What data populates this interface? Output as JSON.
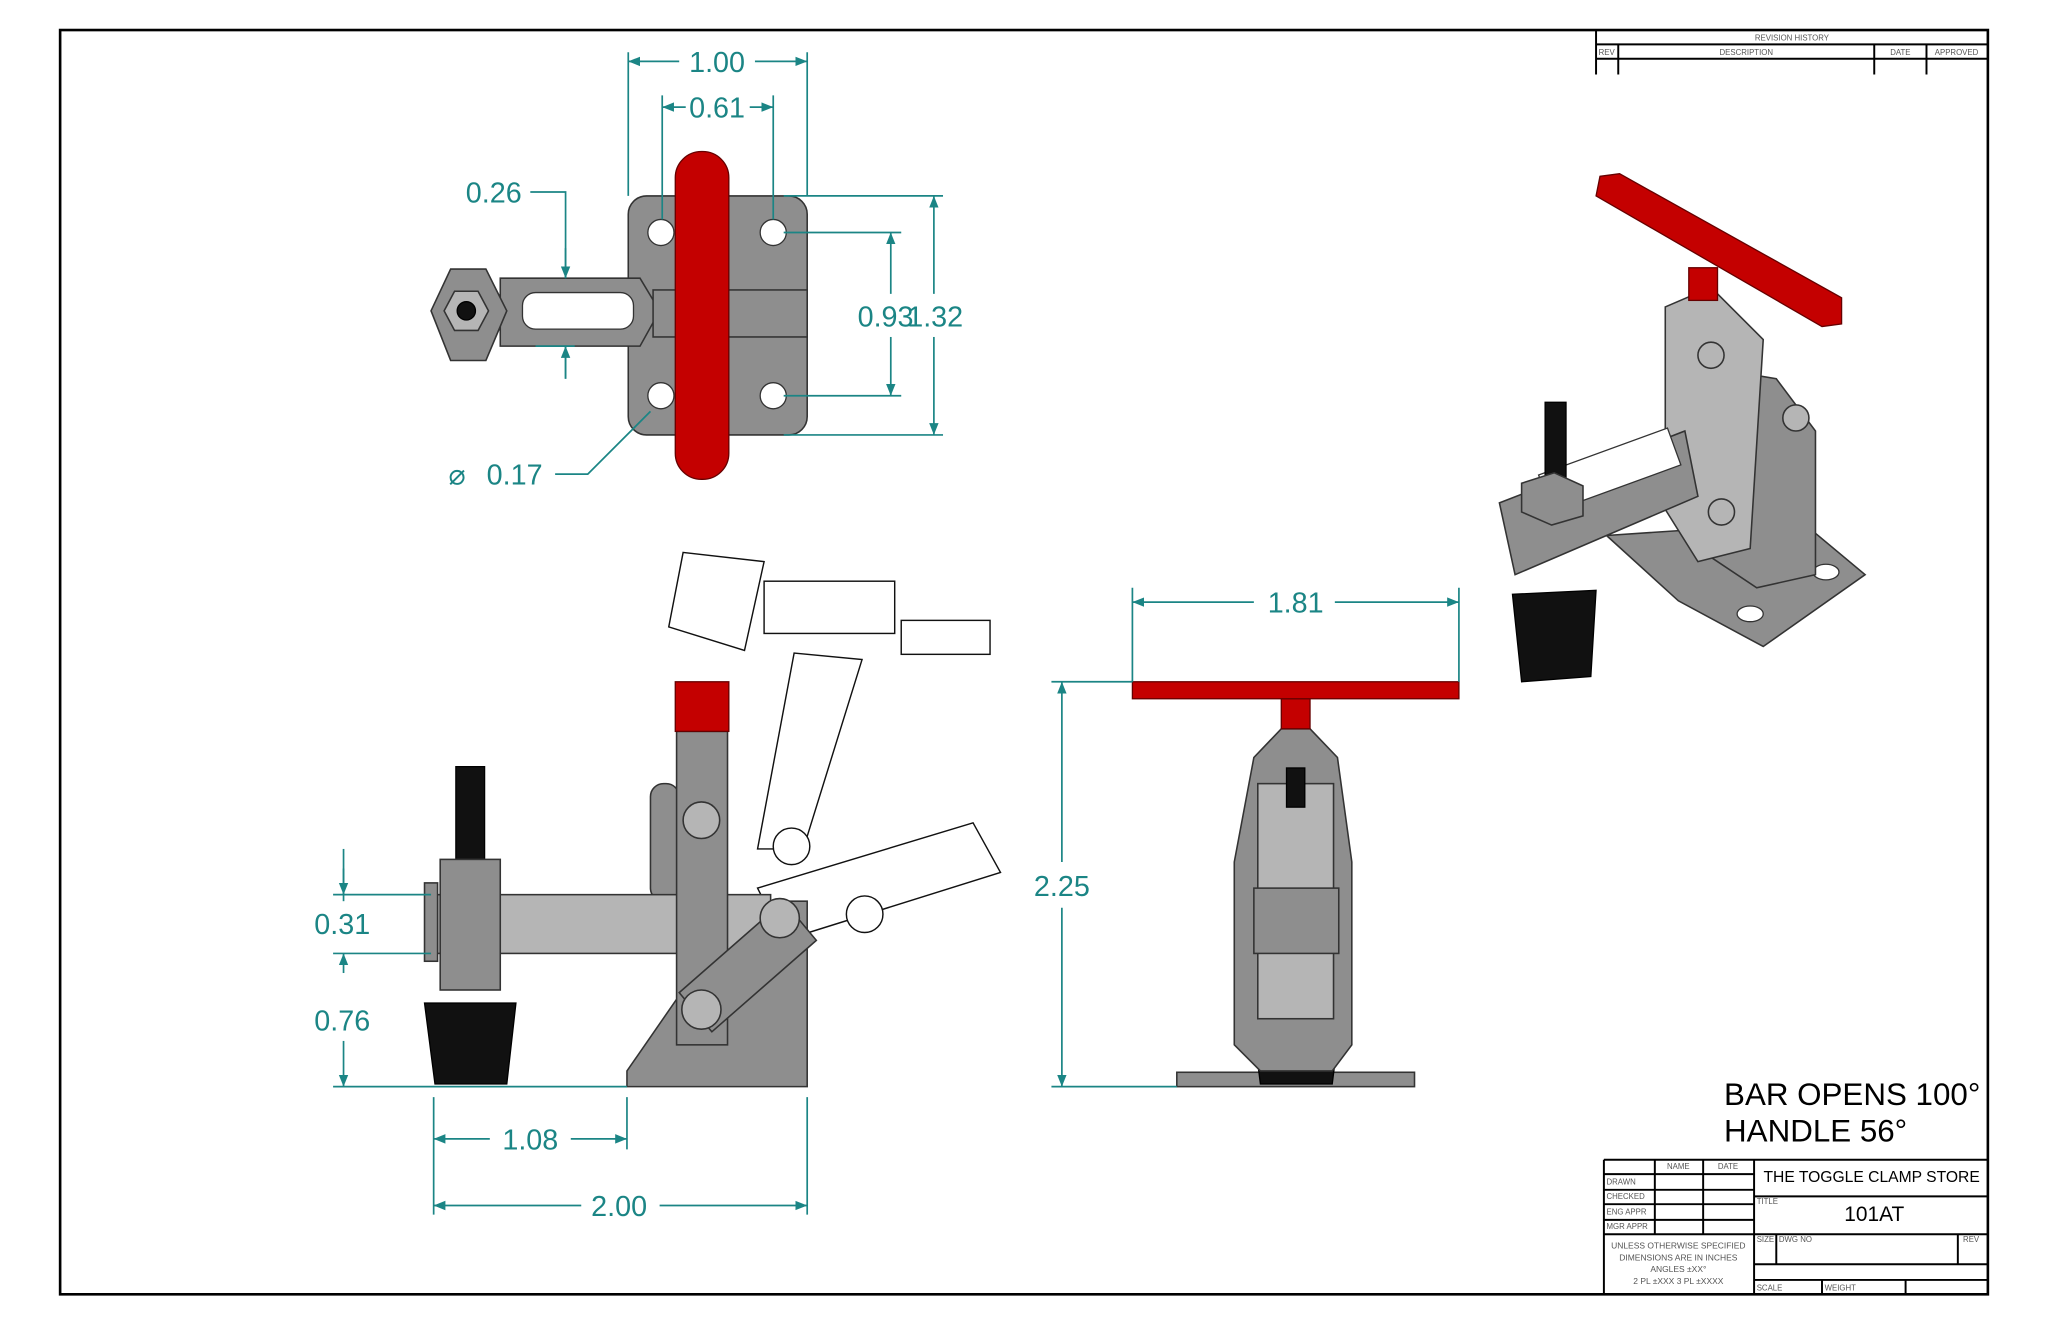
{
  "dimensions": {
    "top_width": "1.00",
    "hole_spacing_x": "0.61",
    "arm_slot": "0.26",
    "hole_spacing_y": "0.93",
    "base_height": "1.32",
    "hole_diameter_symbol": "⌀",
    "hole_diameter": "0.17",
    "handle_width": "1.81",
    "overall_height": "2.25",
    "nut_height": "0.31",
    "spindle_height": "0.76",
    "reach": "1.08",
    "overall_length": "2.00"
  },
  "notes": {
    "bar_opens": "BAR OPENS 100°",
    "handle": "HANDLE 56°"
  },
  "revision_history": {
    "title": "REVISION HISTORY",
    "columns": [
      "REV",
      "DESCRIPTION",
      "DATE",
      "APPROVED"
    ]
  },
  "title_block": {
    "col_name": "NAME",
    "col_date": "DATE",
    "rows": [
      "DRAWN",
      "CHECKED",
      "ENG APPR",
      "MGR APPR"
    ],
    "tolerance_lines": [
      "UNLESS OTHERWISE SPECIFIED",
      "DIMENSIONS ARE IN INCHES",
      "ANGLES ±XX°",
      "2 PL ±XXX 3 PL ±XXXX"
    ],
    "company": "THE TOGGLE CLAMP STORE",
    "title_label": "TITLE",
    "title": "101AT",
    "size_label": "SIZE",
    "dwg_no_label": "DWG NO",
    "rev_label": "REV",
    "scale_label": "SCALE",
    "weight_label": "WEIGHT"
  }
}
